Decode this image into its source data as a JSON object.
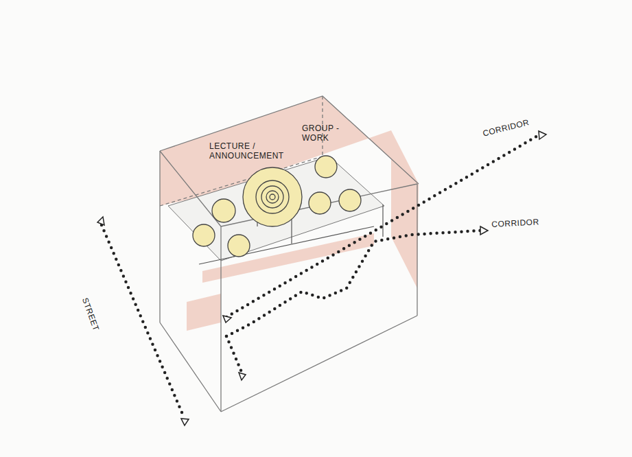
{
  "diagram": {
    "labels": [
      "LECTURE / ANNOUNCEMENT",
      "GROUP - WORK",
      "CORRIDOR",
      "CORRIDOR",
      "STREET"
    ]
  }
}
